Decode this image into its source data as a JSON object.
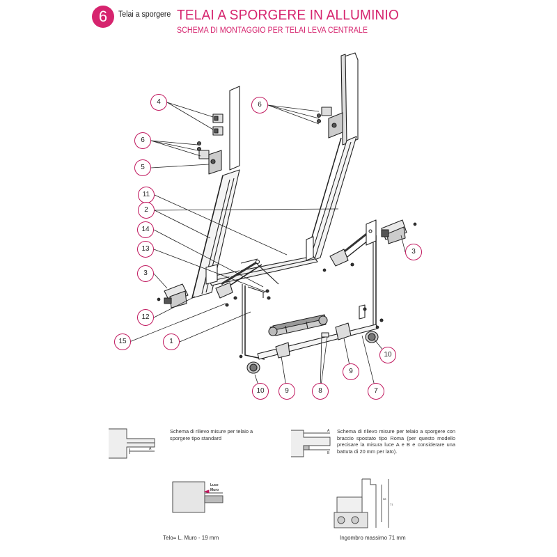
{
  "header": {
    "section_number": "6",
    "section_label": "Telai a sporgere",
    "title": "TELAI A SPORGERE IN ALLUMINIO",
    "subtitle": "SCHEMA DI  MONTAGGIO PER TELAI LEVA CENTRALE",
    "accent_color": "#d6246e"
  },
  "callouts": {
    "c1": "4",
    "c2": "6",
    "c3": "6",
    "c4": "5",
    "c5": "11",
    "c6": "2",
    "c7": "14",
    "c8": "13",
    "c9": "3",
    "c10": "3",
    "c11": "12",
    "c12": "15",
    "c13": "1",
    "c14": "10",
    "c15": "10",
    "c16": "9",
    "c17": "8",
    "c18": "9",
    "c19": "7"
  },
  "details": {
    "standard_note": "Schema di rilievo misure per telaio a sporgere tipo standard",
    "roma_note": "Schema di rilievo misure per telaio a sporgere con braccio spostato tipo Roma (per questo modello precisare la misura luce A e B e considerare una battuta di 20 mm per lato).",
    "label_a": "A",
    "label_b": "B",
    "luce": "Luce",
    "muro": "Muro",
    "telo_caption": "Telo= L. Muro - 19 mm",
    "ingombro_caption": "Ingombro massimo 71 mm",
    "dim_small": "58",
    "dim_large": "71"
  }
}
